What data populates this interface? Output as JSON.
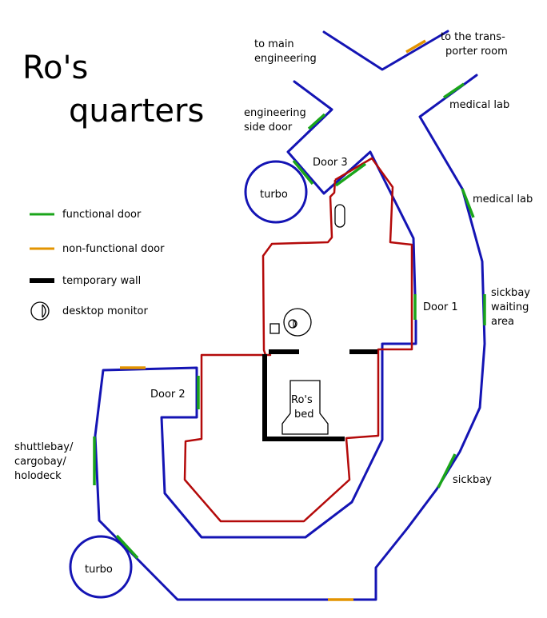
{
  "title": {
    "line1": "Ro's",
    "line2": "quarters"
  },
  "legend": {
    "functional_door": "functional door",
    "nonfunctional_door": "non-functional door",
    "temporary_wall": "temporary wall",
    "desktop_monitor": "desktop monitor"
  },
  "colors": {
    "corridor": "#1414b4",
    "room_wall": "#b40a0a",
    "functional_door": "#1aa51a",
    "nonfunctional_door": "#e39400",
    "temporary_wall": "#000000"
  },
  "labels": {
    "main_engineering": [
      "to main",
      "engineering"
    ],
    "transporter_room": [
      "to the trans-",
      "porter room"
    ],
    "engineering_side_door": [
      "engineering",
      "side door"
    ],
    "medical_lab_1": "medical lab",
    "medical_lab_2": "medical lab",
    "door3": "Door 3",
    "turbo_top": "turbo",
    "door1": "Door 1",
    "sickbay_waiting": [
      "sickbay",
      "waiting",
      "area"
    ],
    "door2": "Door 2",
    "shuttlebay": [
      "shuttlebay/",
      "cargobay/",
      "holodeck"
    ],
    "sickbay": "sickbay",
    "turbo_bottom": "turbo",
    "bed": [
      "Ro's",
      "bed"
    ]
  }
}
